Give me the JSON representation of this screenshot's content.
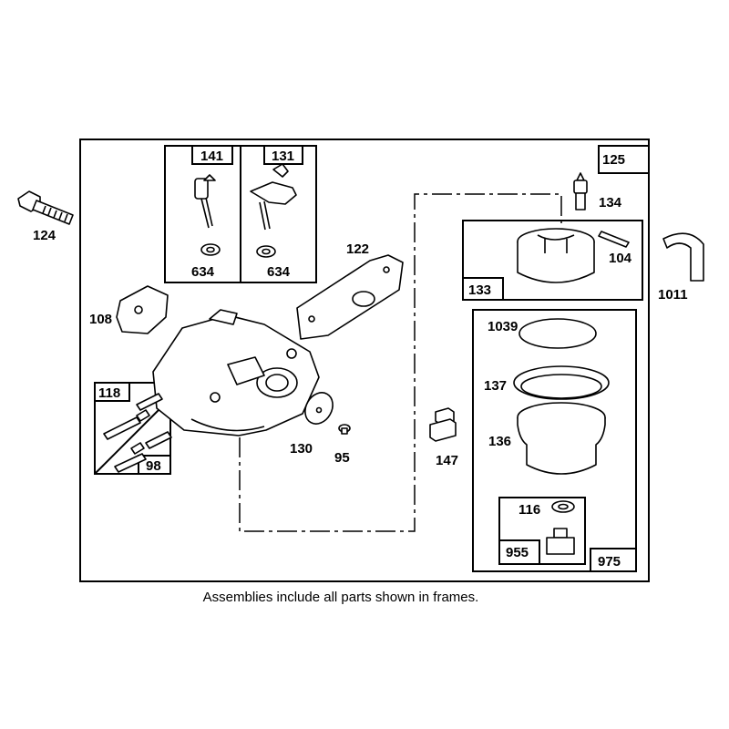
{
  "caption": "Assemblies include all parts shown in frames.",
  "frame_tags": {
    "main": "125",
    "f141": "141",
    "f131": "131",
    "f133": "133",
    "f975": "975",
    "f955": "955",
    "f118": "118",
    "f98": "98"
  },
  "parts": {
    "p124": "124",
    "p634a": "634",
    "p634b": "634",
    "p122": "122",
    "p108": "108",
    "p130": "130",
    "p95": "95",
    "p147": "147",
    "p134": "134",
    "p104": "104",
    "p1011": "1011",
    "p1039": "1039",
    "p137": "137",
    "p136": "136",
    "p116": "116"
  }
}
